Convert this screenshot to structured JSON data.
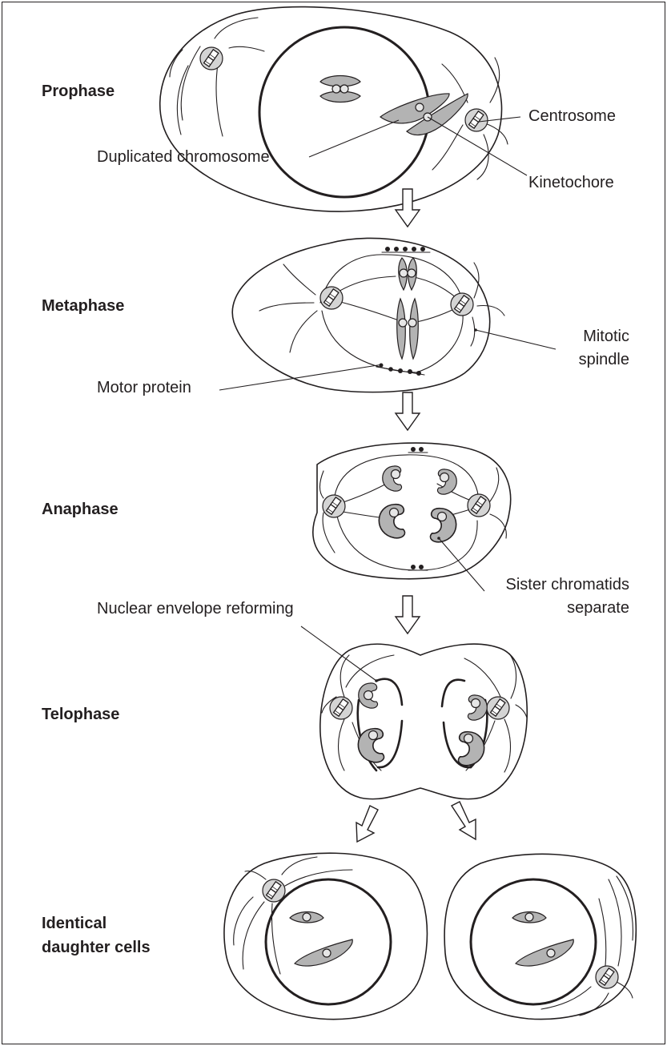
{
  "stages": {
    "prophase": "Prophase",
    "metaphase": "Metaphase",
    "anaphase": "Anaphase",
    "telophase": "Telophase",
    "daughter": "Identical\ndaughter cells"
  },
  "callouts": {
    "centrosome": "Centrosome",
    "duplicated_chromosome": "Duplicated chromosome",
    "kinetochore": "Kinetochore",
    "mitotic_spindle": "Mitotic\nspindle",
    "motor_protein": "Motor protein",
    "sister_chromatids": "Sister chromatids\nseparate",
    "nuclear_envelope": "Nuclear envelope reforming"
  },
  "colors": {
    "line": "#231f20",
    "chromosome_fill": "#b3b3b3",
    "kinetochore_fill": "#e6e6e6",
    "centrosome_fill": "#d4d4d4"
  }
}
